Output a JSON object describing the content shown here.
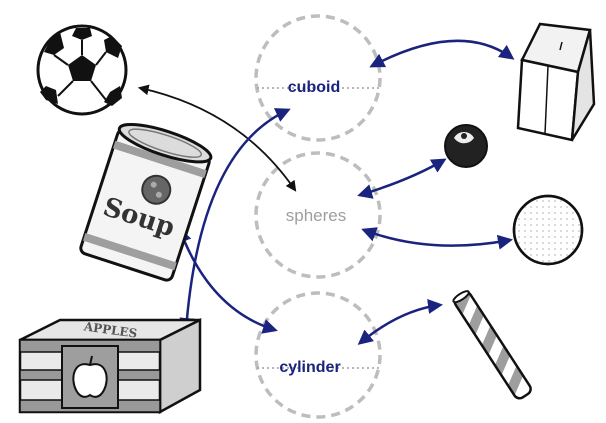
{
  "diagram": {
    "shape_labels": {
      "cuboid": "cuboid",
      "spheres": "spheres",
      "cylinder": "cylinder"
    },
    "items": [
      {
        "id": "soccer-ball",
        "icon": "soccer-ball-icon",
        "links_to": "spheres"
      },
      {
        "id": "soup-can",
        "icon": "soup-can-icon",
        "links_to": "cylinder",
        "text": "Soup"
      },
      {
        "id": "apples-crate",
        "icon": "apples-crate-icon",
        "links_to": "cuboid",
        "text": "APPLES"
      },
      {
        "id": "milk-carton",
        "icon": "milk-carton-icon",
        "links_to": "cuboid"
      },
      {
        "id": "candy",
        "icon": "chocolate-candy-icon",
        "links_to": "spheres"
      },
      {
        "id": "golf-ball",
        "icon": "golf-ball-icon",
        "links_to": "spheres"
      },
      {
        "id": "straw",
        "icon": "striped-straw-icon",
        "links_to": "cylinder"
      }
    ],
    "colors": {
      "arrow_blue": "#1a237e",
      "arrow_black": "#111111",
      "circle_gray": "#bdbdbd",
      "label_blue": "#1a237e",
      "label_gray": "#9e9e9e"
    }
  }
}
